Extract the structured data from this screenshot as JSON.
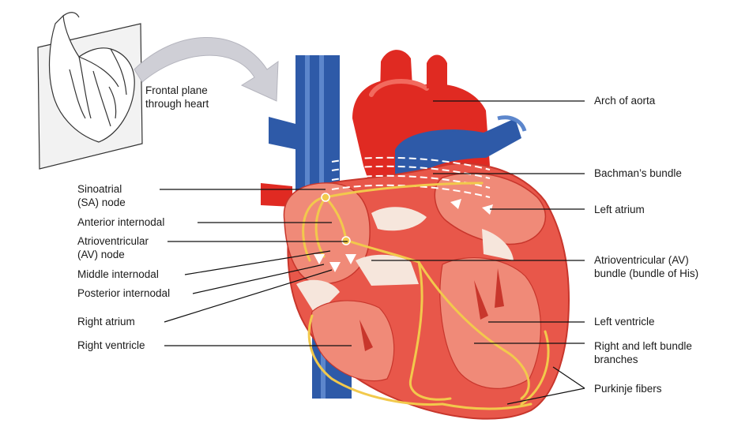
{
  "colors": {
    "muscle": "#e8574a",
    "muscle_dark": "#c8362c",
    "muscle_light": "#f08a78",
    "aorta_red": "#e02a22",
    "vessel_blue": "#2e5aa8",
    "vessel_blue_light": "#5c86cc",
    "conduction": "#f2c94c",
    "valve_tissue": "#f6e6dc",
    "arrow_gray": "#c9c9cf"
  },
  "inset": {
    "line1": "Frontal plane",
    "line2": "through heart"
  },
  "labels_left": [
    {
      "line1": "Sinoatrial",
      "line2": "(SA) node"
    },
    {
      "line1": "Anterior internodal",
      "line2": ""
    },
    {
      "line1": "Atrioventricular",
      "line2": "(AV) node"
    },
    {
      "line1": "Middle internodal",
      "line2": ""
    },
    {
      "line1": "Posterior internodal",
      "line2": ""
    },
    {
      "line1": "Right atrium",
      "line2": ""
    },
    {
      "line1": "Right ventricle",
      "line2": ""
    }
  ],
  "labels_right": [
    {
      "line1": "Arch of aorta",
      "line2": ""
    },
    {
      "line1": "Bachman’s bundle",
      "line2": ""
    },
    {
      "line1": "Left atrium",
      "line2": ""
    },
    {
      "line1": "Atrioventricular (AV)",
      "line2": "bundle (bundle of His)"
    },
    {
      "line1": "Left ventricle",
      "line2": ""
    },
    {
      "line1": "Right and left bundle",
      "line2": "branches"
    },
    {
      "line1": "Purkinje fibers",
      "line2": ""
    }
  ]
}
